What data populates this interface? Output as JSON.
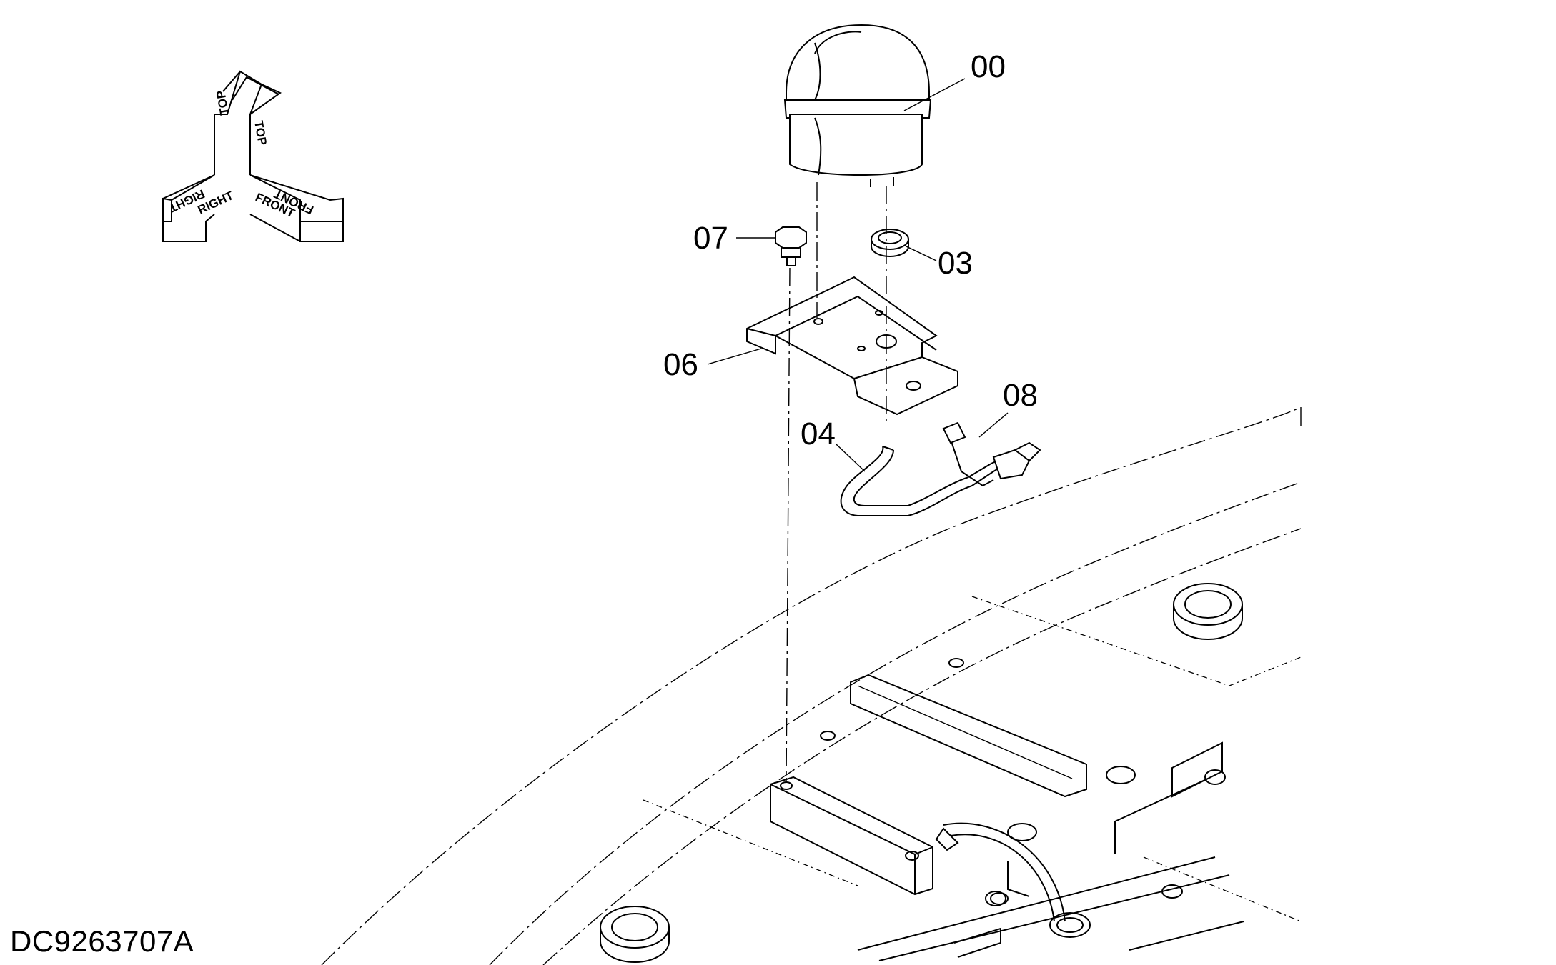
{
  "orientation": {
    "top": "TOP",
    "right": "RIGHT",
    "front": "FRONT"
  },
  "callouts": [
    {
      "id": "00",
      "part": "rotating-beacon-lamp"
    },
    {
      "id": "03",
      "part": "grommet"
    },
    {
      "id": "07",
      "part": "bolt"
    },
    {
      "id": "06",
      "part": "bracket"
    },
    {
      "id": "08",
      "part": "cable-tie"
    },
    {
      "id": "04",
      "part": "harness"
    }
  ],
  "document_id": "DC9263707A"
}
